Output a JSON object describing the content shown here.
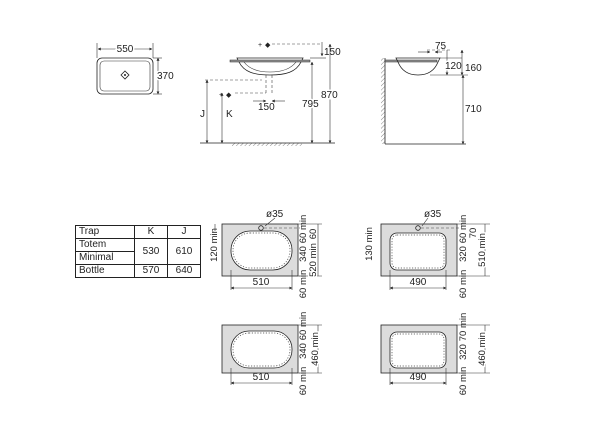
{
  "top_view": {
    "width": "550",
    "depth": "370"
  },
  "front_view": {
    "trap_offset": "150",
    "waste_offset": "150",
    "height_low": "795",
    "height_high": "870",
    "j": "J",
    "k": "K"
  },
  "side_view": {
    "rim": "75",
    "depth_a": "120",
    "depth_b": "160",
    "height": "710"
  },
  "trap_table": {
    "headers": [
      "Trap",
      "K",
      "J"
    ],
    "rows": [
      {
        "labels": [
          "Totem",
          "Minimal"
        ],
        "k": "530",
        "j": "610"
      },
      {
        "label": "Bottle",
        "k": "570",
        "j": "640"
      }
    ]
  },
  "cutouts": [
    {
      "id": "tl",
      "hole": "ø35",
      "left": "120 min",
      "top": "60 min",
      "right_a": "60",
      "right_b": "340",
      "bottom": "60 min",
      "overall": "520 min",
      "width": "510"
    },
    {
      "id": "tr",
      "hole": "ø35",
      "left": "130 min",
      "top": "60 min",
      "right_a": "70",
      "right_b": "320",
      "bottom": "60 min",
      "overall": "510 min",
      "width": "490"
    },
    {
      "id": "bl",
      "top": "60 min",
      "right_b": "340",
      "bottom": "60 min",
      "overall": "460 min",
      "width": "510"
    },
    {
      "id": "br",
      "top": "70 min",
      "right_b": "320",
      "bottom": "60 min",
      "overall": "460 min",
      "width": "490"
    }
  ]
}
